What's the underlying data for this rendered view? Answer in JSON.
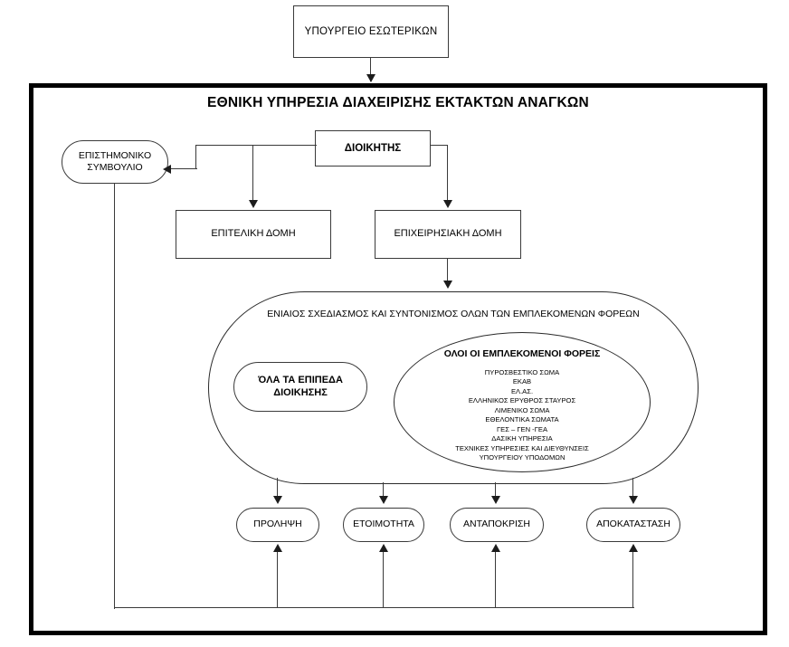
{
  "diagram": {
    "ministry": {
      "label": "ΥΠΟΥΡΓΕΙΟ ΕΣΩΤΕΡΙΚΩΝ"
    },
    "agency": {
      "title": "ΕΘΝΙΚΗ ΥΠΗΡΕΣΙΑ ΔΙΑΧΕΙΡΙΣΗΣ ΕΚΤΑΚΤΩΝ ΑΝΑΓΚΩΝ"
    },
    "council": {
      "label": "ΕΠΙΣΤΗΜΟΝΙΚΟ ΣΥΜΒΟΥΛΙΟ"
    },
    "commander": {
      "label": "ΔΙΟΙΚΗΤΗΣ"
    },
    "structures": [
      {
        "label": "ΕΠΙΤΕΛΙΚΗ ΔΟΜΗ"
      },
      {
        "label": "ΕΠΙΧΕΙΡΗΣΙΑΚΗ ΔΟΜΗ"
      }
    ],
    "coordination": {
      "label": "ΕΝΙΑΙΟΣ ΣΧΕΔΙΑΣΜΟΣ ΚΑΙ ΣΥΝΤΟΝΙΣΜΟΣ ΟΛΩΝ ΤΩΝ ΕΜΠΛΕΚΟΜΕΝΩΝ ΦΟΡΕΩΝ",
      "levels": {
        "line1": "ΌΛΑ ΤΑ ΕΠΙΠΕΔΑ",
        "line2": "ΔΙΟΙΚΗΣΗΣ"
      },
      "agencies": {
        "title": "ΟΛΟΙ ΟΙ ΕΜΠΛΕΚΟΜΕΝΟΙ ΦΟΡΕΙΣ",
        "items": [
          "ΠΥΡΟΣΒΕΣΤΙΚΟ ΣΩΜΑ",
          "ΕΚΑΒ",
          "ΕΛ.ΑΣ.",
          "ΕΛΛΗΝΙΚΟΣ ΕΡΥΘΡΟΣ ΣΤΑΥΡΟΣ",
          "ΛΙΜΕΝΙΚΟ ΣΩΜΑ",
          "ΕΘΕΛΟΝΤΙΚΑ ΣΩΜΑΤΑ",
          "ΓΕΣ – ΓΕΝ -ΓΕΑ",
          "ΔΑΣΙΚΗ ΥΠΗΡΕΣΙΑ",
          "ΤΕΧΝΙΚΕΣ ΥΠΗΡΕΣΙΕΣ ΚΑΙ ΔΙΕΥΘΥΝΣΕΙΣ",
          "ΥΠΟΥΡΓΕΙΟΥ ΥΠΟΔΟΜΩΝ"
        ]
      }
    },
    "phases": [
      {
        "label": "ΠΡΟΛΗΨΗ"
      },
      {
        "label": "ΕΤΟΙΜΟΤΗΤΑ"
      },
      {
        "label": "ΑΝΤΑΠΟΚΡΙΣΗ"
      },
      {
        "label": "ΑΠΟΚΑΤΑΣΤΑΣΗ"
      }
    ],
    "colors": {
      "frame": "#000000",
      "node_border": "#3a3a3a",
      "connector": "#3a3a3a",
      "text": "#000000",
      "background": "#ffffff"
    }
  }
}
